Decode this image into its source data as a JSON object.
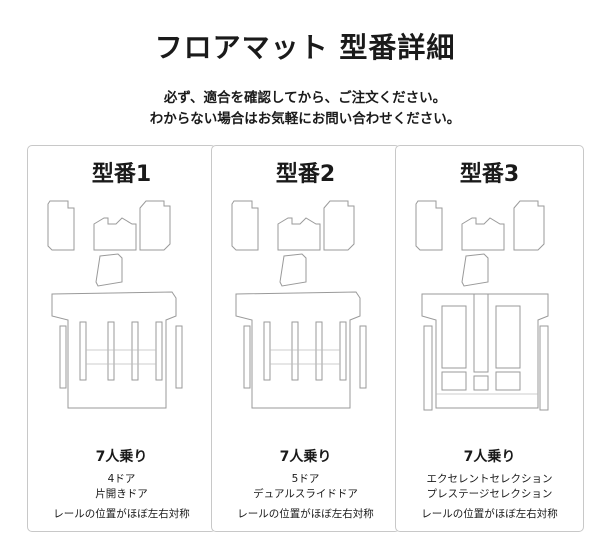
{
  "title": "フロアマット 型番詳細",
  "notice": {
    "line1": "必ず、適合を確認してから、ご注文ください。",
    "line2": "わからない場合はお気軽にお問い合わせください。"
  },
  "cards": [
    {
      "heading": "型番1",
      "seats": "7人乗り",
      "desc_line1": "4ドア",
      "desc_line2": "片開きドア",
      "note": "レールの位置がほぼ左右対称"
    },
    {
      "heading": "型番2",
      "seats": "7人乗り",
      "desc_line1": "5ドア",
      "desc_line2": "デュアルスライドドア",
      "note": "レールの位置がほぼ左右対称"
    },
    {
      "heading": "型番3",
      "seats": "7人乗り",
      "desc_line1": "エクセレントセレクション",
      "desc_line2": "プレステージセレクション",
      "note": "レールの位置がほぼ左右対称"
    }
  ],
  "colors": {
    "mat_outline": "#9a9a9a",
    "card_border": "#c8c8c8",
    "text": "#1a1a1a"
  }
}
